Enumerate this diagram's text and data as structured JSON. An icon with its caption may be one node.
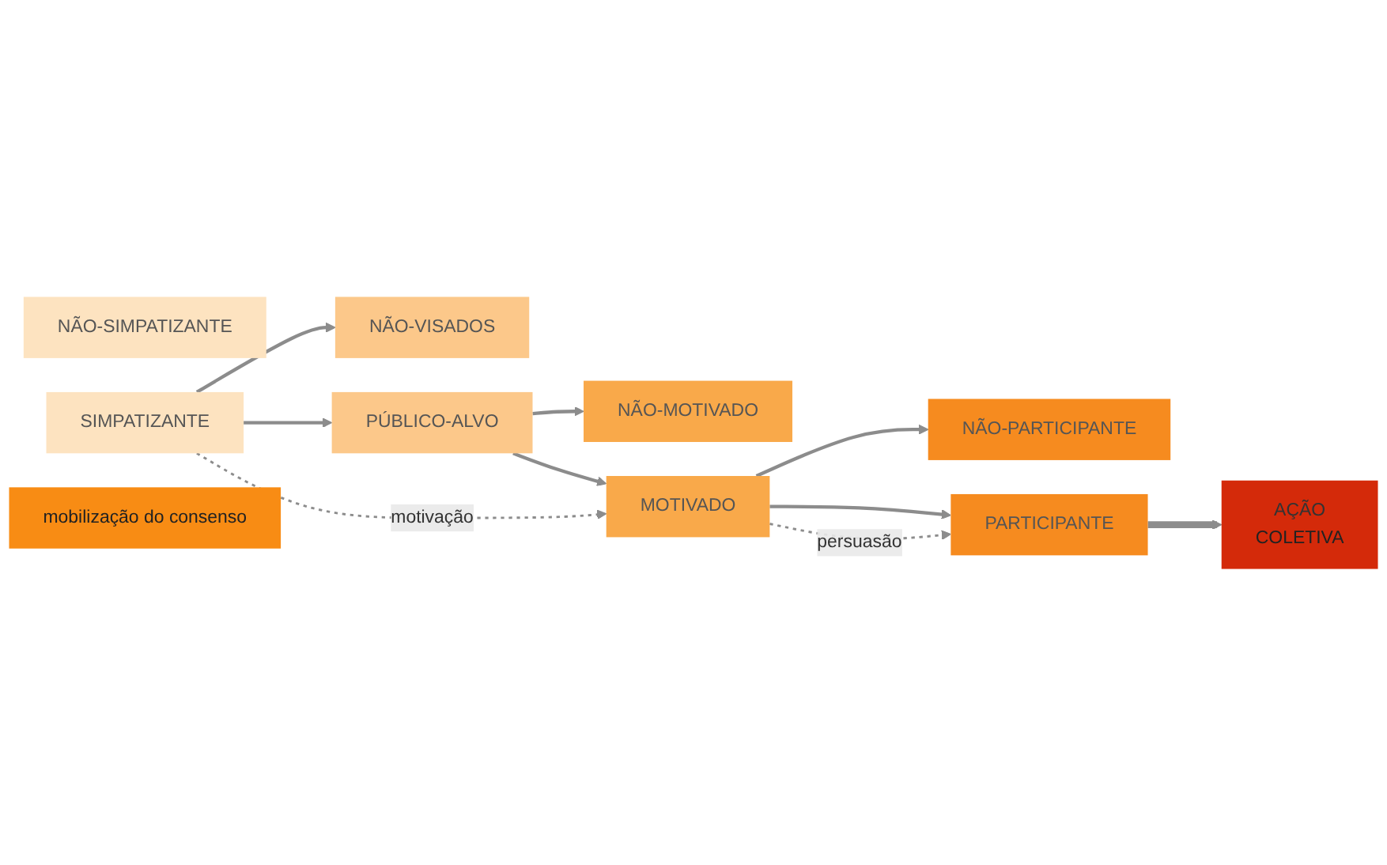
{
  "diagram": {
    "nodes": [
      {
        "text": [
          "NÃO-SIMPATIZANTE"
        ]
      },
      {
        "text": [
          "SIMPATIZANTE"
        ]
      },
      {
        "text": [
          "NÃO-VISADOS"
        ]
      },
      {
        "text": [
          "PÚBLICO-ALVO"
        ]
      },
      {
        "text": [
          "NÃO-MOTIVADO"
        ]
      },
      {
        "text": [
          "MOTIVADO"
        ]
      },
      {
        "text": [
          "NÃO-PARTICIPANTE"
        ]
      },
      {
        "text": [
          "PARTICIPANTE"
        ]
      },
      {
        "text": [
          "AÇÃO",
          "COLETIVA"
        ]
      },
      {
        "text": [
          "mobilização do consenso"
        ]
      }
    ],
    "edges": [
      {
        "from": 1,
        "to": 2,
        "arrow": "to"
      },
      {
        "from": 1,
        "to": 3,
        "arrow": "to"
      },
      {
        "from": 3,
        "to": 4,
        "arrow": "to"
      },
      {
        "from": 3,
        "to": 5,
        "arrow": "to"
      },
      {
        "from": 5,
        "to": 6,
        "arrow": "to"
      },
      {
        "from": 5,
        "to": 7,
        "arrow": "to"
      },
      {
        "from": 7,
        "to": 8,
        "arrow": "to",
        "style": "thick"
      },
      {
        "from": 1,
        "to": 5,
        "arrow": "to",
        "label": "motivação",
        "style": "dashed"
      },
      {
        "from": 5,
        "to": 7,
        "arrow": "to",
        "label": "persuasão",
        "style": "dashed"
      }
    ]
  }
}
